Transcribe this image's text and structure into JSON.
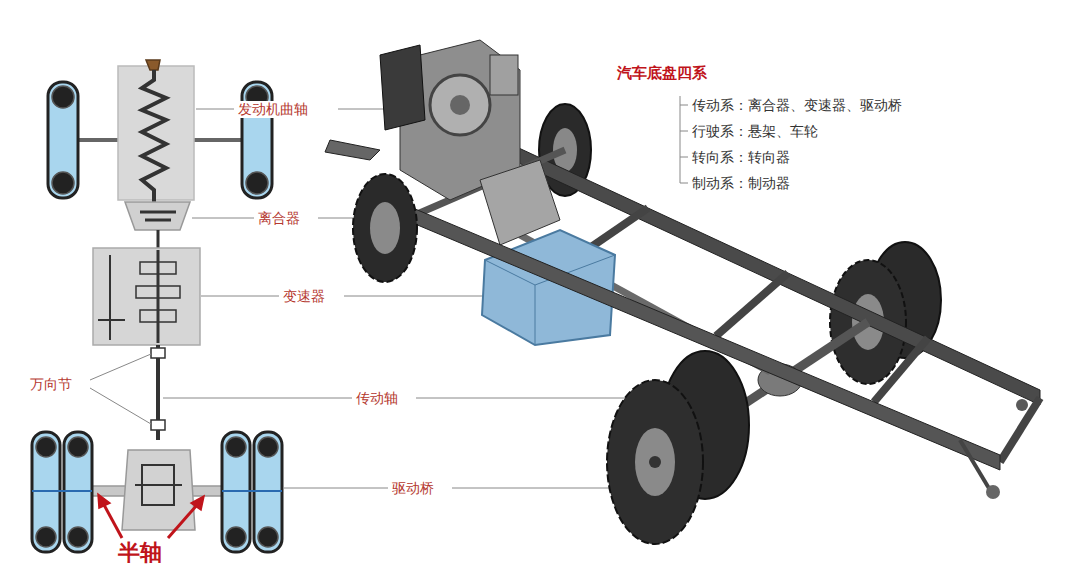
{
  "diagram": {
    "labels": [
      "发动机曲轴",
      "离合器",
      "变速器",
      "万向节",
      "传动轴",
      "驱动桥",
      "半轴",
      "汽车底盘四系",
      "传动系：离合器、变速器、驱动桥",
      "行驶系：悬架、车轮",
      "转向系：转向器",
      "制动系：制动器"
    ]
  }
}
